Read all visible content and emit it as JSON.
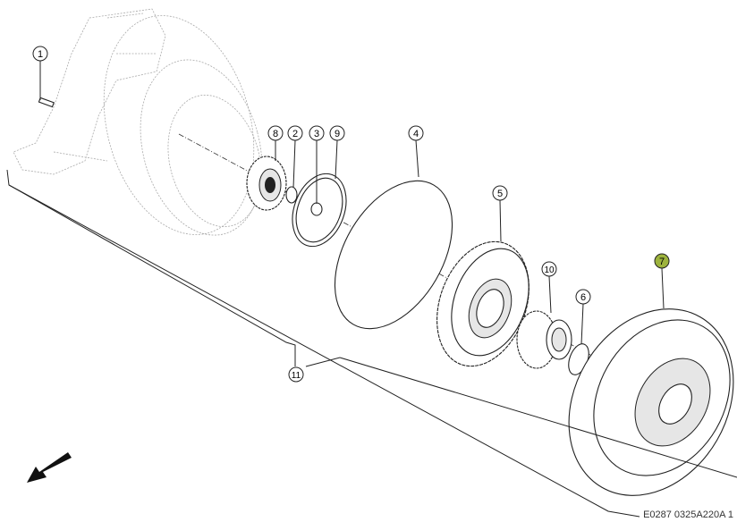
{
  "diagram": {
    "reference_code": "E0287 0325A220A 1",
    "highlight_color": "#9db33d",
    "callouts": [
      {
        "label": "1",
        "highlighted": false
      },
      {
        "label": "8",
        "highlighted": false
      },
      {
        "label": "2",
        "highlighted": false
      },
      {
        "label": "3",
        "highlighted": false
      },
      {
        "label": "9",
        "highlighted": false
      },
      {
        "label": "4",
        "highlighted": false
      },
      {
        "label": "5",
        "highlighted": false
      },
      {
        "label": "10",
        "highlighted": false
      },
      {
        "label": "6",
        "highlighted": false
      },
      {
        "label": "7",
        "highlighted": true
      },
      {
        "label": "11",
        "highlighted": false
      }
    ],
    "direction_arrow": "arrow-down-left-icon"
  }
}
